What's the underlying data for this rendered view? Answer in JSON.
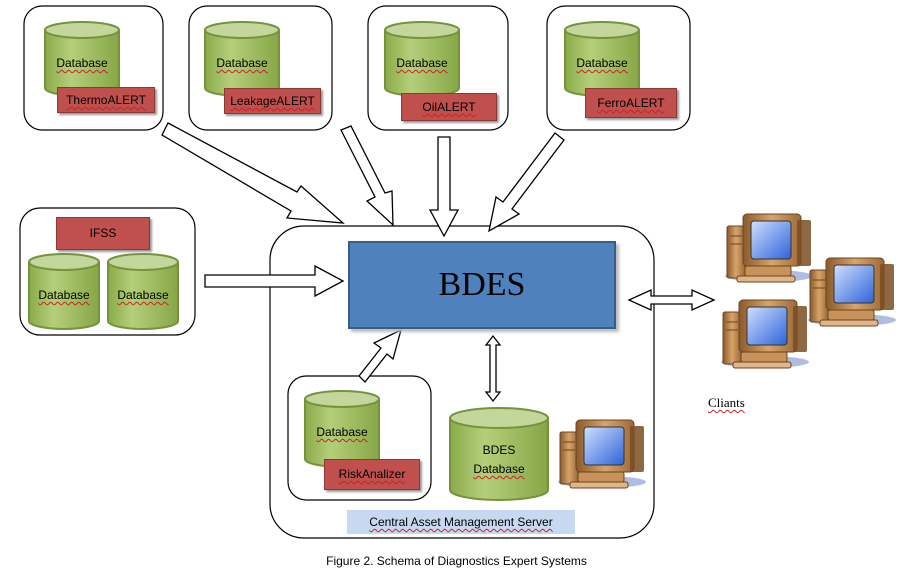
{
  "diagram": {
    "sources": [
      {
        "db_label": "Database",
        "alert_label": "ThermoALERT"
      },
      {
        "db_label": "Database",
        "alert_label": "LeakageALERT"
      },
      {
        "db_label": "Database",
        "alert_label": "OilALERT"
      },
      {
        "db_label": "Database",
        "alert_label": "FerroALERT"
      }
    ],
    "ifss": {
      "label": "IFSS",
      "db_labels": [
        "Database",
        "Database"
      ]
    },
    "central": {
      "bdes_label": "BDES",
      "risk_db_label": "Database",
      "risk_label": "RiskAnalizer",
      "bdes_db_label_line1": "BDES",
      "bdes_db_label_line2": "Database",
      "server_label": "Central Asset Management Server"
    },
    "clients_label": "Cliants",
    "caption": "Figure 2. Schema of Diagnostics Expert Systems",
    "colors": {
      "database": "#9bbb59",
      "alert": "#c0504d",
      "bdes": "#4f81bd",
      "server_label": "#c6d9f1"
    }
  }
}
